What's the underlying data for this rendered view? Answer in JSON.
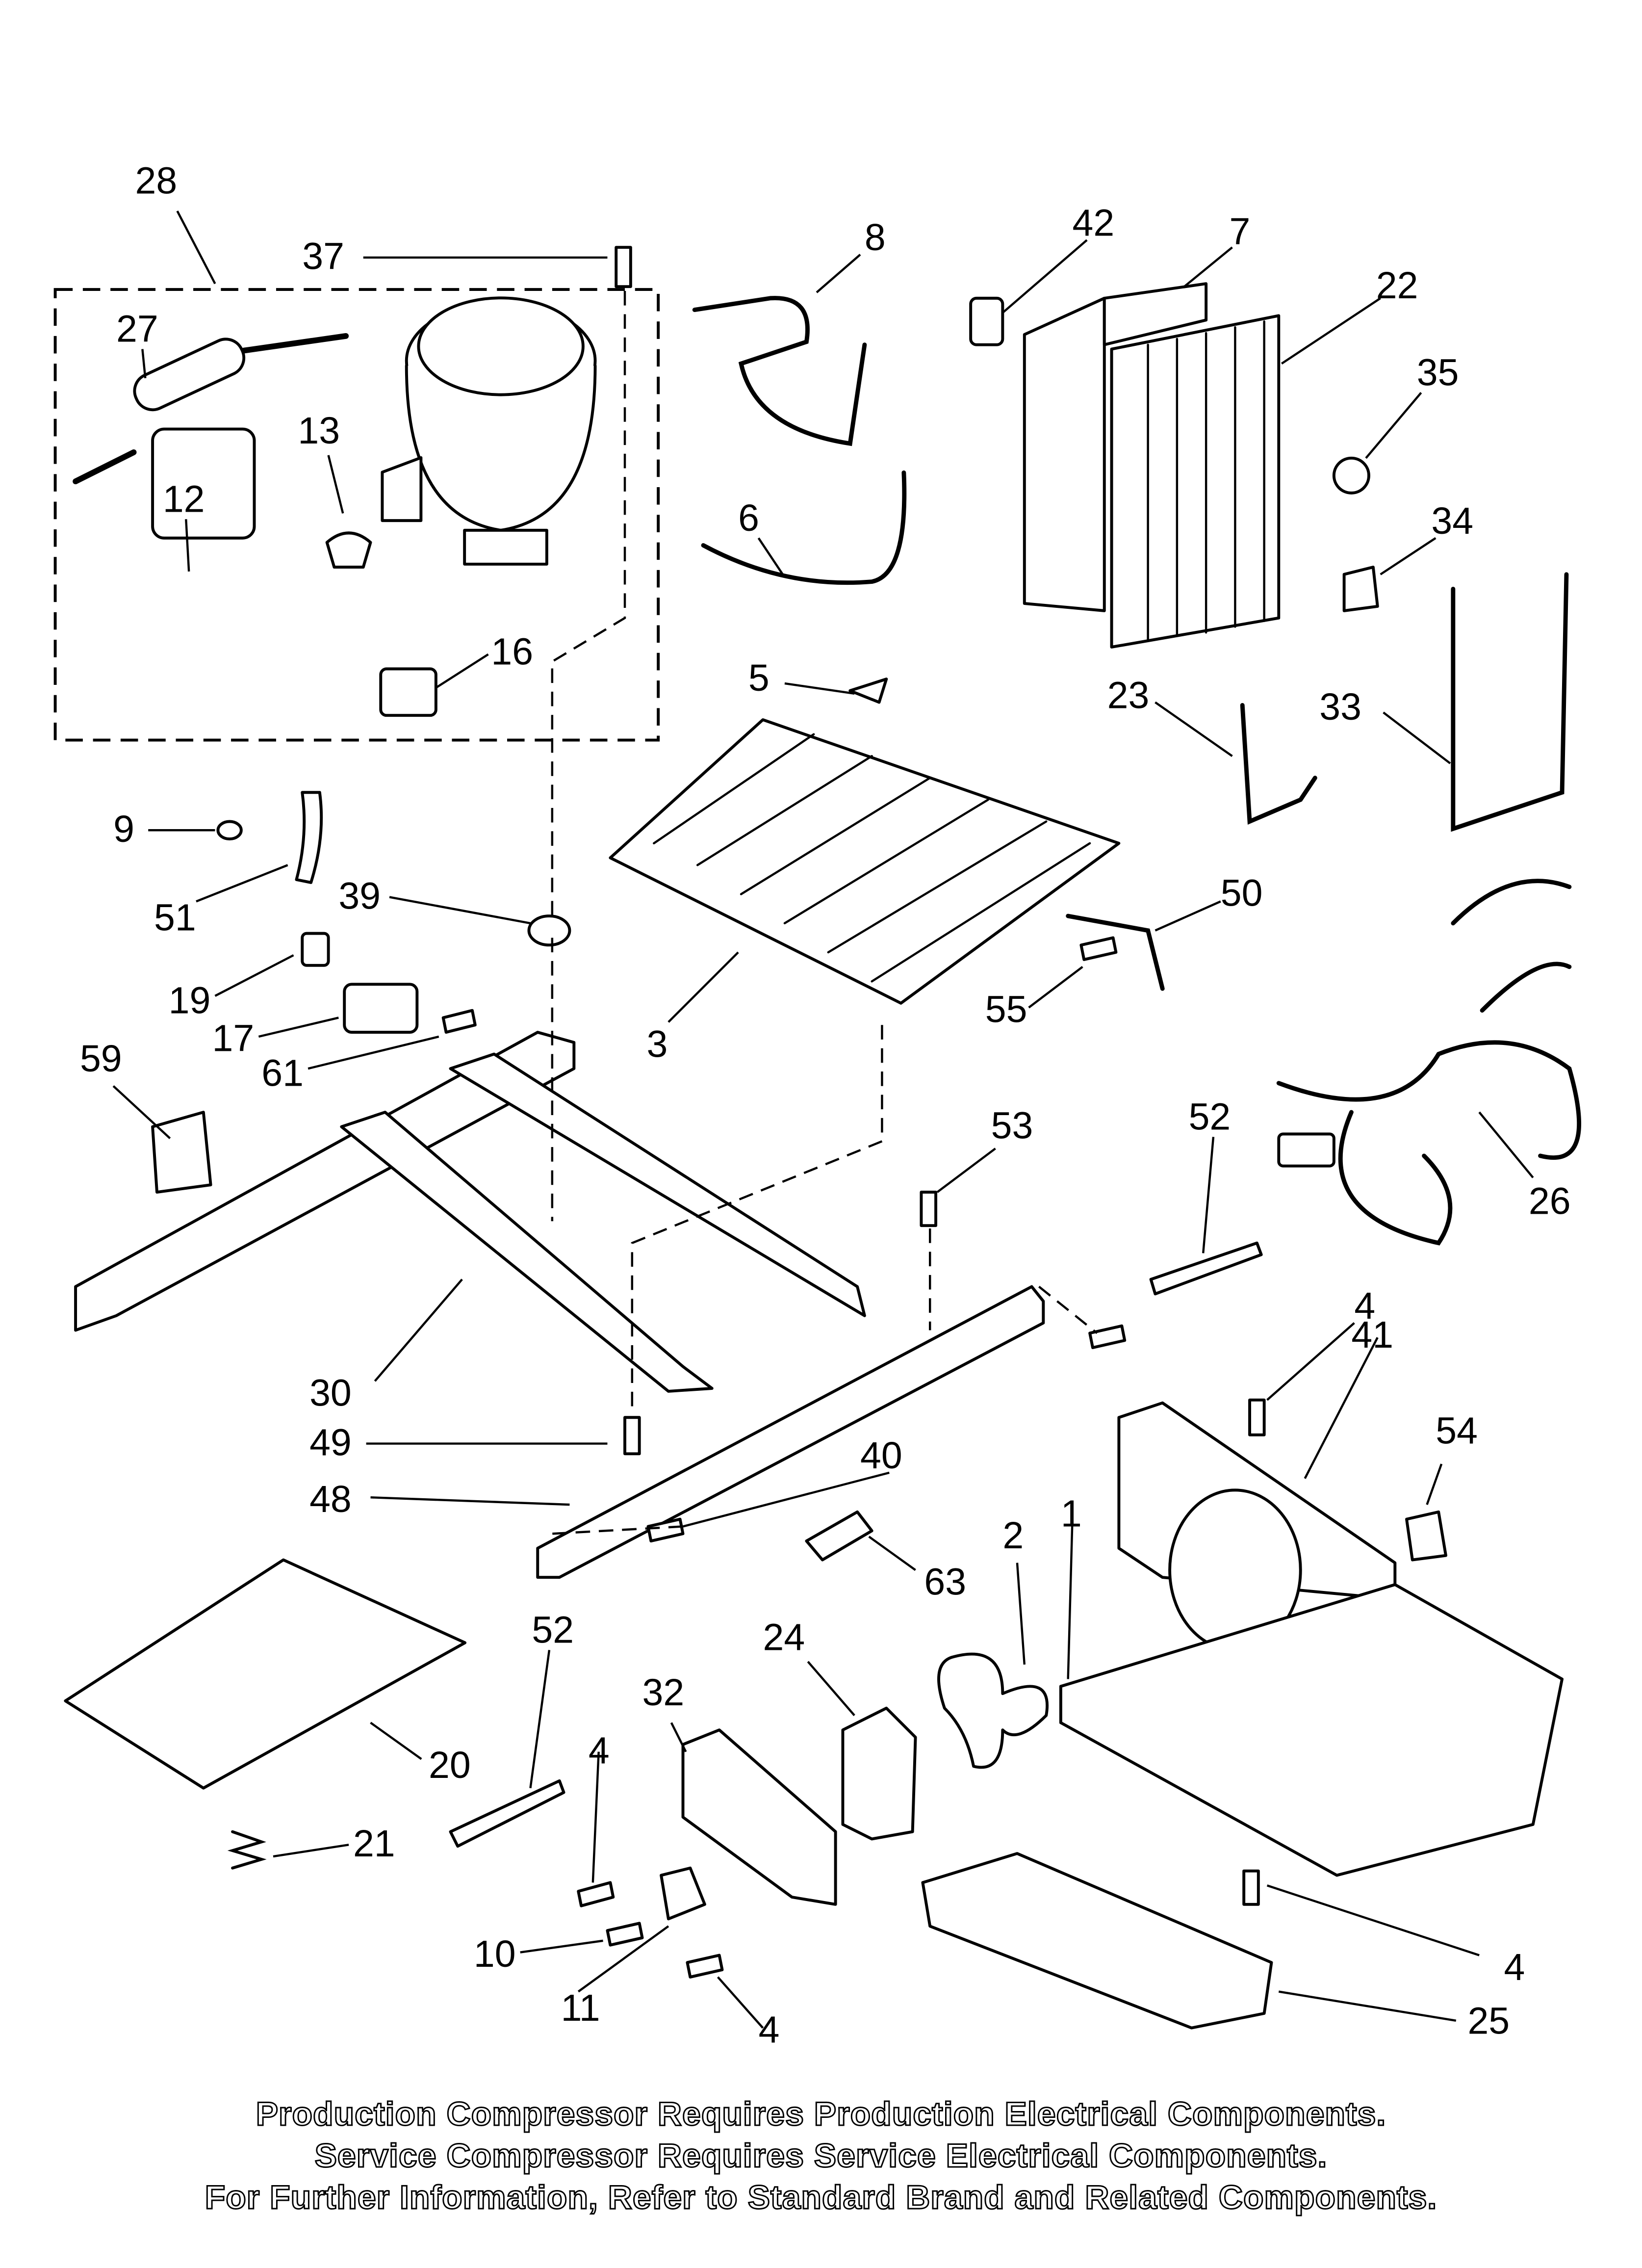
{
  "callouts": [
    {
      "id": "28",
      "label": "28"
    },
    {
      "id": "37",
      "label": "37"
    },
    {
      "id": "27",
      "label": "27"
    },
    {
      "id": "13",
      "label": "13"
    },
    {
      "id": "12",
      "label": "12"
    },
    {
      "id": "16",
      "label": "16"
    },
    {
      "id": "8",
      "label": "8"
    },
    {
      "id": "6",
      "label": "6"
    },
    {
      "id": "5",
      "label": "5"
    },
    {
      "id": "42",
      "label": "42"
    },
    {
      "id": "7",
      "label": "7"
    },
    {
      "id": "22",
      "label": "22"
    },
    {
      "id": "35",
      "label": "35"
    },
    {
      "id": "34",
      "label": "34"
    },
    {
      "id": "23",
      "label": "23"
    },
    {
      "id": "33",
      "label": "33"
    },
    {
      "id": "9",
      "label": "9"
    },
    {
      "id": "51",
      "label": "51"
    },
    {
      "id": "39",
      "label": "39"
    },
    {
      "id": "19",
      "label": "19"
    },
    {
      "id": "17",
      "label": "17"
    },
    {
      "id": "61",
      "label": "61"
    },
    {
      "id": "3",
      "label": "3"
    },
    {
      "id": "50",
      "label": "50"
    },
    {
      "id": "55",
      "label": "55"
    },
    {
      "id": "59",
      "label": "59"
    },
    {
      "id": "53",
      "label": "53"
    },
    {
      "id": "52a",
      "label": "52"
    },
    {
      "id": "26",
      "label": "26"
    },
    {
      "id": "30",
      "label": "30"
    },
    {
      "id": "49",
      "label": "49"
    },
    {
      "id": "48",
      "label": "48"
    },
    {
      "id": "40",
      "label": "40"
    },
    {
      "id": "4a",
      "label": "4"
    },
    {
      "id": "41",
      "label": "41"
    },
    {
      "id": "54",
      "label": "54"
    },
    {
      "id": "63",
      "label": "63"
    },
    {
      "id": "2",
      "label": "2"
    },
    {
      "id": "1",
      "label": "1"
    },
    {
      "id": "52b",
      "label": "52"
    },
    {
      "id": "32",
      "label": "32"
    },
    {
      "id": "24",
      "label": "24"
    },
    {
      "id": "20",
      "label": "20"
    },
    {
      "id": "21",
      "label": "21"
    },
    {
      "id": "4b",
      "label": "4"
    },
    {
      "id": "10",
      "label": "10"
    },
    {
      "id": "11",
      "label": "11"
    },
    {
      "id": "4c",
      "label": "4"
    },
    {
      "id": "4d",
      "label": "4"
    },
    {
      "id": "25",
      "label": "25"
    }
  ],
  "footer": {
    "line1": "Production Compressor Requires Production Electrical Components.",
    "line2": "Service Compressor Requires Service Electrical Components.",
    "line3": "For Further Information, Refer to Standard Brand and Related Components."
  }
}
